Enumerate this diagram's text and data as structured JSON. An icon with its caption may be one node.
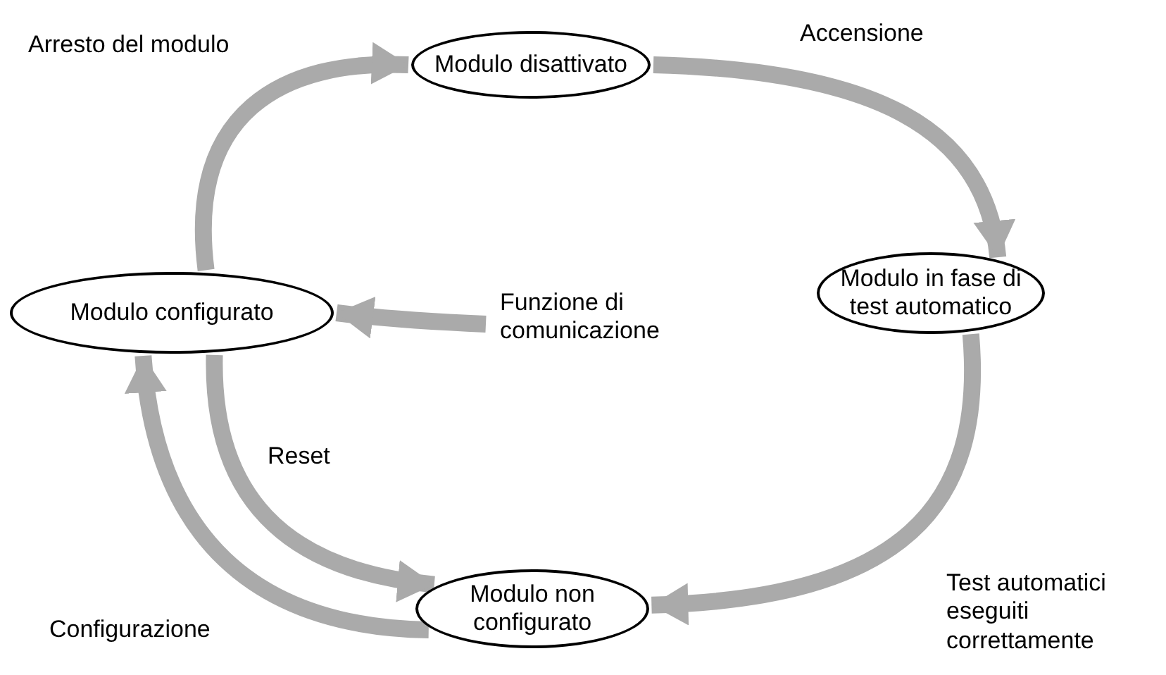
{
  "diagram": {
    "nodes": [
      {
        "text": [
          "Modulo disattivato"
        ]
      },
      {
        "text": [
          "Modulo in fase di test automatico"
        ]
      },
      {
        "text": [
          "Modulo non configurato"
        ]
      },
      {
        "text": [
          "Modulo configurato"
        ]
      }
    ],
    "edges": [
      {
        "from": 3,
        "to": 0,
        "arrow": "to",
        "label": "Arresto del modulo"
      },
      {
        "from": 0,
        "to": 1,
        "arrow": "to",
        "label": "Accensione"
      },
      {
        "from": 1,
        "to": 2,
        "arrow": "to",
        "label": "Test automatici eseguiti correttamente"
      },
      {
        "from": 3,
        "to": 2,
        "arrow": "to",
        "label": "Reset"
      },
      {
        "from": 2,
        "to": 3,
        "arrow": "to",
        "label": "Configurazione"
      },
      {
        "from": null,
        "to": 3,
        "arrow": "to",
        "label": "Funzione di comunicazione"
      }
    ]
  }
}
